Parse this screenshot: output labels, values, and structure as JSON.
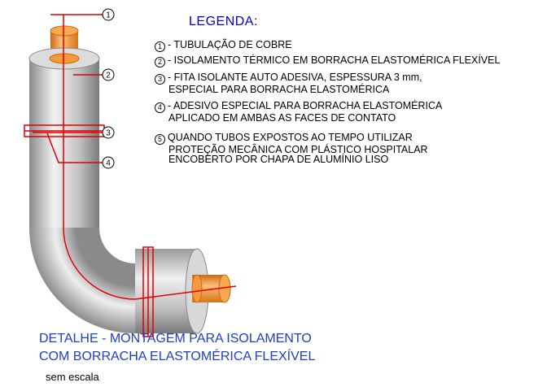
{
  "legend": {
    "title": "LEGENDA:",
    "items": [
      {
        "num": "1",
        "line1": "- TUBULAÇÃO DE COBRE",
        "line2": ""
      },
      {
        "num": "2",
        "line1": "- ISOLAMENTO TÉRMICO EM BORRACHA ELASTOMÉRICA FLEXÍVEL",
        "line2": ""
      },
      {
        "num": "3",
        "line1": "- FITA ISOLANTE AUTO ADESIVA, ESPESSURA 3 mm,",
        "line2": "ESPECIAL PARA BORRACHA ELASTOMÉRICA"
      },
      {
        "num": "4",
        "line1": "- ADESIVO ESPECIAL PARA BORRACHA ELASTOMÉRICA",
        "line2": "APLICADO EM AMBAS AS FACES DE CONTATO"
      },
      {
        "num": "5",
        "line1": "QUANDO TUBOS EXPOSTOS AO TEMPO UTILIZAR",
        "line2": "PROTEÇÃO MECÂNICA COM PLÁSTICO HOSPITALAR",
        "line3": "ENCOBERTO POR CHAPA DE ALUMÍNIO LISO"
      }
    ]
  },
  "callouts": [
    "1",
    "2",
    "3",
    "4"
  ],
  "caption": {
    "line1": "DETALHE - MONTAGEM PARA ISOLAMENTO",
    "line2": "COM BORRACHA ELASTOMÉRICA FLEXÍVEL",
    "scale": "sem escala"
  },
  "colors": {
    "copper": "#f59a3c",
    "insulation": "#c8c8c8",
    "leader": "#e00000",
    "legend_title": "#0000cc",
    "caption": "#1b3fc9"
  }
}
